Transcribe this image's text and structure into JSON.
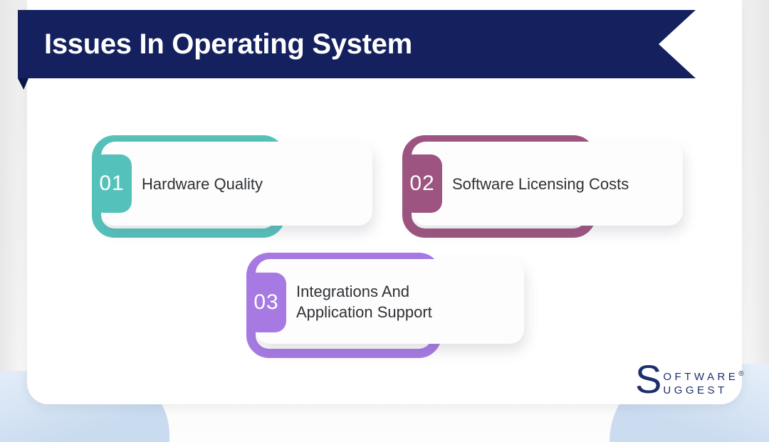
{
  "header": {
    "title": "Issues In Operating System"
  },
  "items": [
    {
      "number": "01",
      "label": "Hardware Quality",
      "color": "#54c2bb"
    },
    {
      "number": "02",
      "label": "Software Licensing Costs",
      "color": "#9d5480"
    },
    {
      "number": "03",
      "label": "Integrations And Application Support",
      "color": "#a77ae3"
    }
  ],
  "logo": {
    "initial": "S",
    "word1_rest": "OFTWARE",
    "registered": "®",
    "word2_rest": "UGGEST"
  },
  "colors": {
    "header_bg": "#14215e",
    "header_fold": "#0a1745",
    "text_dark": "#2e3135",
    "logo_navy": "#1b2e6e",
    "item_card_bg": "#fdfdfd",
    "panel_bg": "#ffffff",
    "blob_blue_light": "#dce8f7",
    "blob_blue": "#c9dbef",
    "page_bg": "#f2f2f2"
  }
}
